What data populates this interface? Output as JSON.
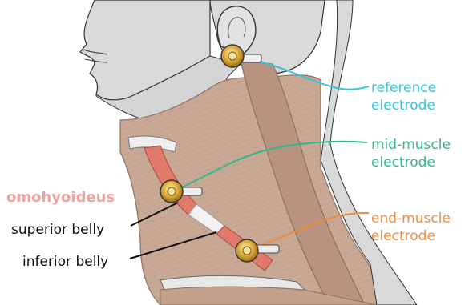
{
  "labels": {
    "reference": {
      "line1": "reference",
      "line2": "electrode"
    },
    "mid_muscle": {
      "line1": "mid-muscle",
      "line2": "electrode"
    },
    "end_muscle": {
      "line1": "end-muscle",
      "line2": "electrode"
    },
    "muscle_name": "omohyoideus",
    "superior_belly": "superior belly",
    "inferior_belly": "inferior belly"
  },
  "colors": {
    "reference": "#36c5d6",
    "mid_muscle": "#2fb98f",
    "end_muscle": "#f08a3c",
    "muscle_name": "#f0a2a2",
    "muscle_fill": "#c9a895",
    "muscle_line": "#8f7060",
    "omohyoid_fill": "#e27a6c",
    "skin_fill": "#d9d9d9",
    "electrode_gold": "#d8a53a"
  },
  "icons": [
    "head-outline",
    "electrode-icon",
    "electrode-icon",
    "electrode-icon"
  ]
}
